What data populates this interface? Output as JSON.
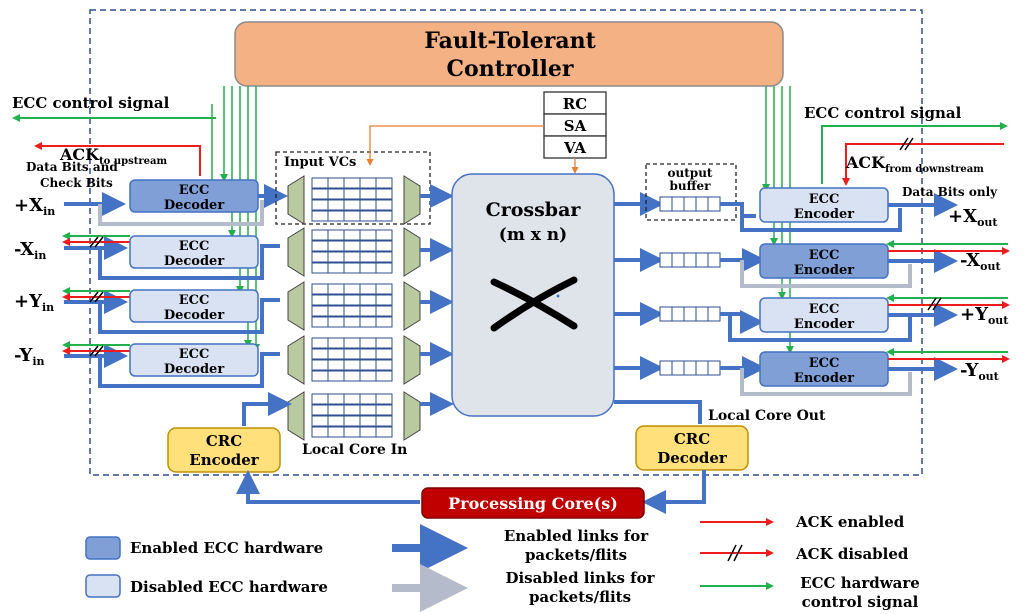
{
  "controller": {
    "line1": "Fault-Tolerant",
    "line2": "Controller"
  },
  "left_signals": {
    "ecc_control": "ECC control signal",
    "ack_main": "ACK",
    "ack_sub": "to upstream",
    "data_line1": "Data Bits and",
    "data_line2": "Check Bits"
  },
  "right_signals": {
    "ecc_control": "ECC control signal",
    "ack_main": "ACK",
    "ack_sub": "from downstream",
    "data_only": "Data Bits only"
  },
  "ports_in": [
    {
      "sign": "+X",
      "sub": "in"
    },
    {
      "sign": "-X",
      "sub": "in"
    },
    {
      "sign": "+Y",
      "sub": "in"
    },
    {
      "sign": "-Y",
      "sub": "in"
    }
  ],
  "ports_out": [
    {
      "sign": "+X",
      "sub": "out"
    },
    {
      "sign": "-X",
      "sub": "out"
    },
    {
      "sign": "+Y",
      "sub": "out"
    },
    {
      "sign": "-Y",
      "sub": "out"
    }
  ],
  "decoder": {
    "line1": "ECC",
    "line2": "Decoder"
  },
  "encoder": {
    "line1": "ECC",
    "line2": "Encoder"
  },
  "input_vcs": "Input VCs",
  "output_buffer": {
    "line1": "output",
    "line2": "buffer"
  },
  "crossbar": {
    "line1": "Crossbar",
    "line2": "(m x n)"
  },
  "pipeline": [
    "RC",
    "SA",
    "VA"
  ],
  "local_core_in": "Local Core In",
  "local_core_out": "Local Core Out",
  "crc_encoder": {
    "line1": "CRC",
    "line2": "Encoder"
  },
  "crc_decoder": {
    "line1": "CRC",
    "line2": "Decoder"
  },
  "processing_core": "Processing Core(s)",
  "legend": {
    "enabled_hw": "Enabled ECC hardware",
    "disabled_hw": "Disabled ECC hardware",
    "enabled_links_1": "Enabled links for",
    "enabled_links_2": "packets/flits",
    "disabled_links_1": "Disabled links for",
    "disabled_links_2": "packets/flits",
    "ack_enabled": "ACK enabled",
    "ack_disabled": "ACK disabled",
    "ecc_signal_1": "ECC hardware",
    "ecc_signal_2": "control signal"
  },
  "colors": {
    "enabled_blue": "#4472c4",
    "enabled_fill": "#7f9fd6",
    "disabled_fill": "#d9e2f3",
    "disabled_link": "#b4bccb",
    "ack_red": "#ee1c1c",
    "ecc_green": "#22b14c",
    "controller_fill": "#f4b183",
    "crc_fill": "#ffe07a",
    "core_fill": "#c00000",
    "crossbar_fill": "#dfe3ea"
  }
}
